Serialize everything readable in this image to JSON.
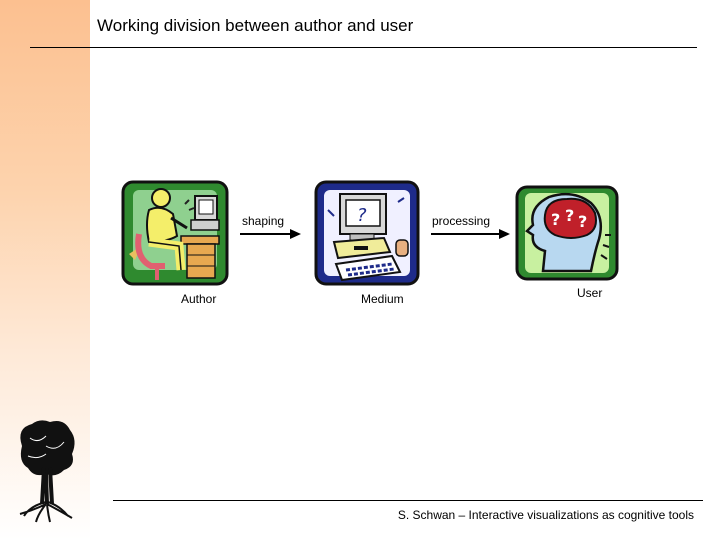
{
  "slide": {
    "title": "Working division between author and user",
    "footer": "S. Schwan – Interactive visualizations as cognitive tools"
  },
  "diagram": {
    "nodes": [
      {
        "id": "author",
        "label": "Author",
        "icon": "person-at-computer-icon"
      },
      {
        "id": "medium",
        "label": "Medium",
        "icon": "computer-question-icon"
      },
      {
        "id": "user",
        "label": "User",
        "icon": "head-thinking-icon"
      }
    ],
    "edges": [
      {
        "from": "author",
        "to": "medium",
        "label": "shaping"
      },
      {
        "from": "medium",
        "to": "user",
        "label": "processing"
      }
    ]
  },
  "decoration": {
    "logo": "tree-icon"
  },
  "colors": {
    "sidebar_top": "#fcc090",
    "clip_green": "#2f8a2f",
    "clip_blue": "#1e2b8a",
    "person_yellow": "#f4ee6a",
    "brain_red": "#c0202a"
  }
}
